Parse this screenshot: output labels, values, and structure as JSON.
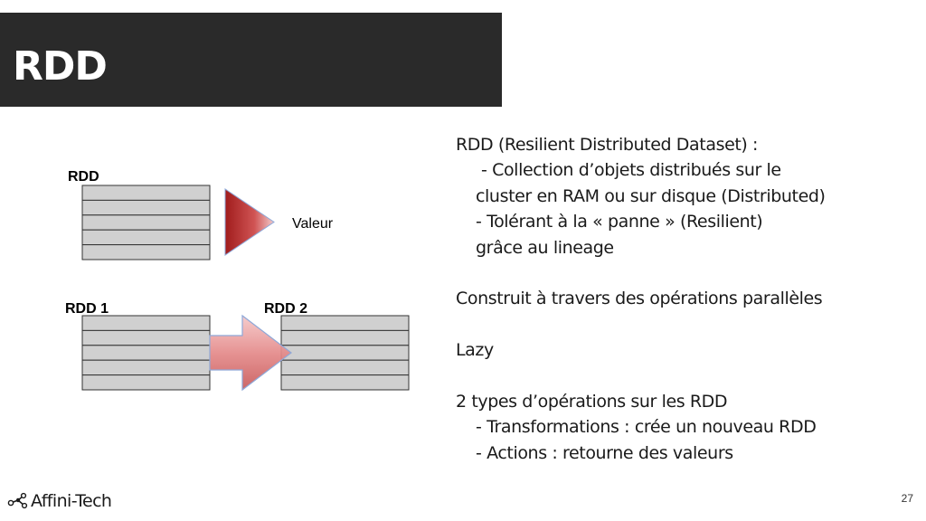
{
  "title": "RDD",
  "diagram": {
    "top_label": "RDD",
    "value_label": "Valeur",
    "left_label": "RDD 1",
    "right_label": "RDD 2",
    "colors": {
      "row_fill": "#d0d0d0",
      "row_stroke": "#333333",
      "triangle_dark": "#a01c1c",
      "triangle_light": "#e8b4b4",
      "arrow_fill": "#e79a9a",
      "arrow_stroke": "#8ea8d8"
    }
  },
  "content": {
    "lines": [
      "RDD (Resilient Distributed Dataset) :",
      "- Collection d’objets distribués sur le",
      "cluster en RAM ou sur disque (Distributed)",
      "- Tolérant à la « panne » (Resilient)",
      "grâce au lineage",
      "Construit à travers des opérations parallèles",
      "Lazy",
      "2 types d’opérations sur les RDD",
      "- Transformations : crée un nouveau RDD",
      "- Actions : retourne des valeurs"
    ]
  },
  "footer": {
    "logo_text": "Affini-Tech",
    "logo_icon": "network-nodes-icon",
    "page_number": "27"
  }
}
